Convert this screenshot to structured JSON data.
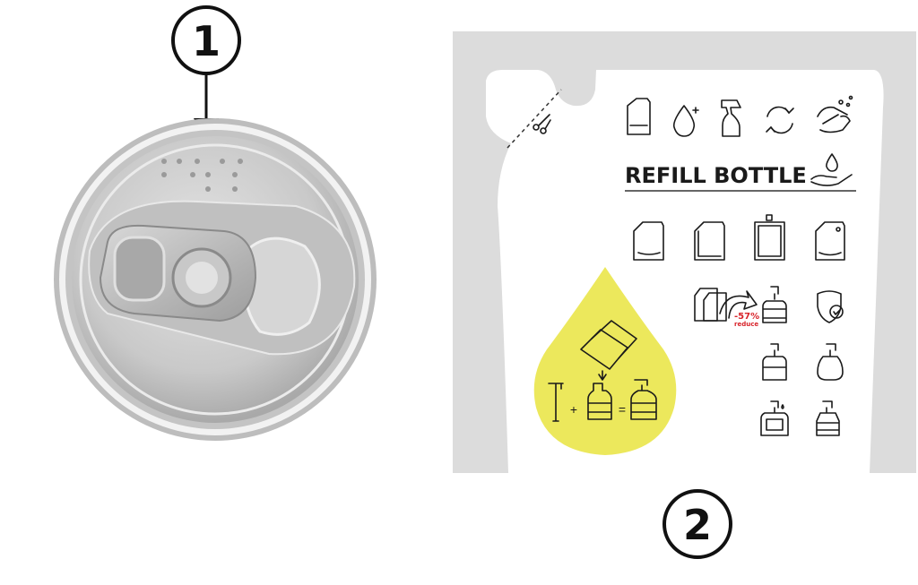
{
  "labels": {
    "one": "1",
    "two": "2"
  },
  "pouch": {
    "title": "REFILL BOTTLE",
    "reduction_percent": "-57%",
    "reduction_label": "reduce",
    "formula": {
      "plus": "+",
      "equals": "="
    }
  },
  "colors": {
    "pouch_grey": "#dcdcdc",
    "drop_yellow": "#ece85c",
    "accent_red": "#d8232a"
  }
}
